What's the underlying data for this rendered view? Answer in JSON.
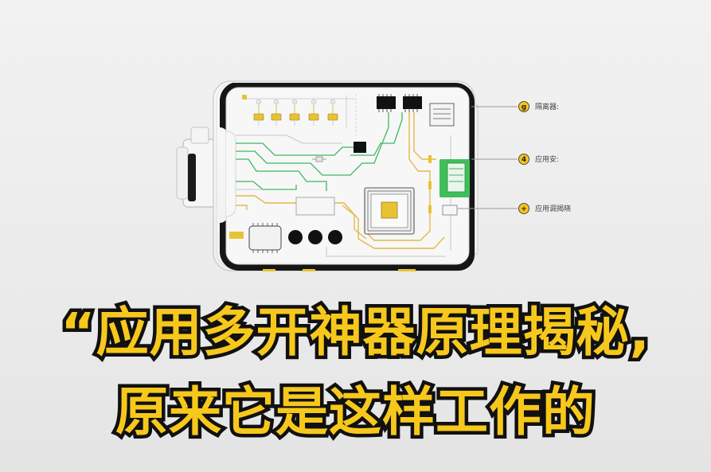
{
  "headline": {
    "line1": "“应用多开神器原理揭秘,",
    "line2": "原来它是这样工作的"
  },
  "callouts": [
    {
      "label": "隔离器:",
      "icon": "lock-icon"
    },
    {
      "label": "应用安:",
      "icon": "settings-icon"
    },
    {
      "label": "应用调揭晓",
      "icon": "plus-icon"
    }
  ],
  "colors": {
    "headline_fill": "#f7c81c",
    "headline_stroke": "#111111",
    "trace_green": "#3cb860",
    "trace_gold": "#e3b94a",
    "chip_black": "#111111",
    "pad_yellow": "#e9c233",
    "connector_green": "#3fbf5a"
  }
}
